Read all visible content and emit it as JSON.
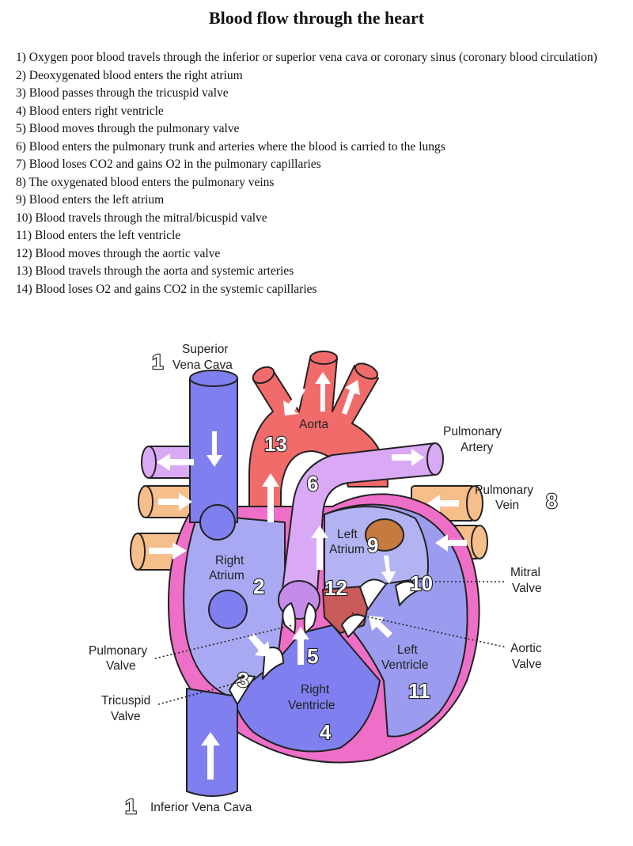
{
  "title": "Blood flow through the heart",
  "steps": [
    "1) Oxygen poor blood travels through the inferior or superior vena cava or coronary sinus (coronary blood circulation)",
    "2) Deoxygenated blood enters the right atrium",
    "3) Blood passes through the tricuspid valve",
    "4) Blood enters right ventricle",
    "5) Blood moves through the pulmonary valve",
    "6) Blood enters the pulmonary trunk and arteries where the blood is carried to the lungs",
    "7) Blood loses CO2 and gains O2 in the pulmonary capillaries",
    "8) The oxygenated blood enters the pulmonary veins",
    "9) Blood enters the left atrium",
    "10) Blood travels through the mitral/bicuspid valve",
    "11) Blood enters the left ventricle",
    "12) Blood moves through the aortic valve",
    "13) Blood travels through the aorta and systemic arteries",
    "14) Blood loses O2 and gains CO2 in the systemic capillaries"
  ],
  "labels": {
    "superior_vena_cava_1": "Superior",
    "superior_vena_cava_2": "Vena Cava",
    "aorta": "Aorta",
    "pulmonary_artery_1": "Pulmonary",
    "pulmonary_artery_2": "Artery",
    "pulmonary_vein_1": "Pulmonary",
    "pulmonary_vein_2": "Vein",
    "left_atrium_1": "Left",
    "left_atrium_2": "Atrium",
    "right_atrium_1": "Right",
    "right_atrium_2": "Atrium",
    "mitral_valve_1": "Mitral",
    "mitral_valve_2": "Valve",
    "aortic_valve_1": "Aortic",
    "aortic_valve_2": "Valve",
    "pulmonary_valve_1": "Pulmonary",
    "pulmonary_valve_2": "Valve",
    "tricuspid_valve_1": "Tricuspid",
    "tricuspid_valve_2": "Valve",
    "right_ventricle_1": "Right",
    "right_ventricle_2": "Ventricle",
    "left_ventricle_1": "Left",
    "left_ventricle_2": "Ventricle",
    "inferior_vena_cava": "Inferior Vena Cava"
  },
  "numbers": {
    "n1_top": "1",
    "n1_bottom": "1",
    "n2": "2",
    "n3": "3",
    "n4": "4",
    "n5": "5",
    "n6": "6",
    "n8": "8",
    "n9": "9",
    "n10": "10",
    "n11": "11",
    "n12": "12",
    "n13": "13"
  },
  "colors": {
    "vena_cava": "#7f7fef",
    "aorta": "#f26b6b",
    "pulmonary_artery": "#d9a9f5",
    "pulmonary_vein": "#f6be8a",
    "heart_wall": "#ee6fc8",
    "right_chamber": "#a9a9f3",
    "left_chamber": "#9b9bef",
    "valve": "#ffffff"
  }
}
